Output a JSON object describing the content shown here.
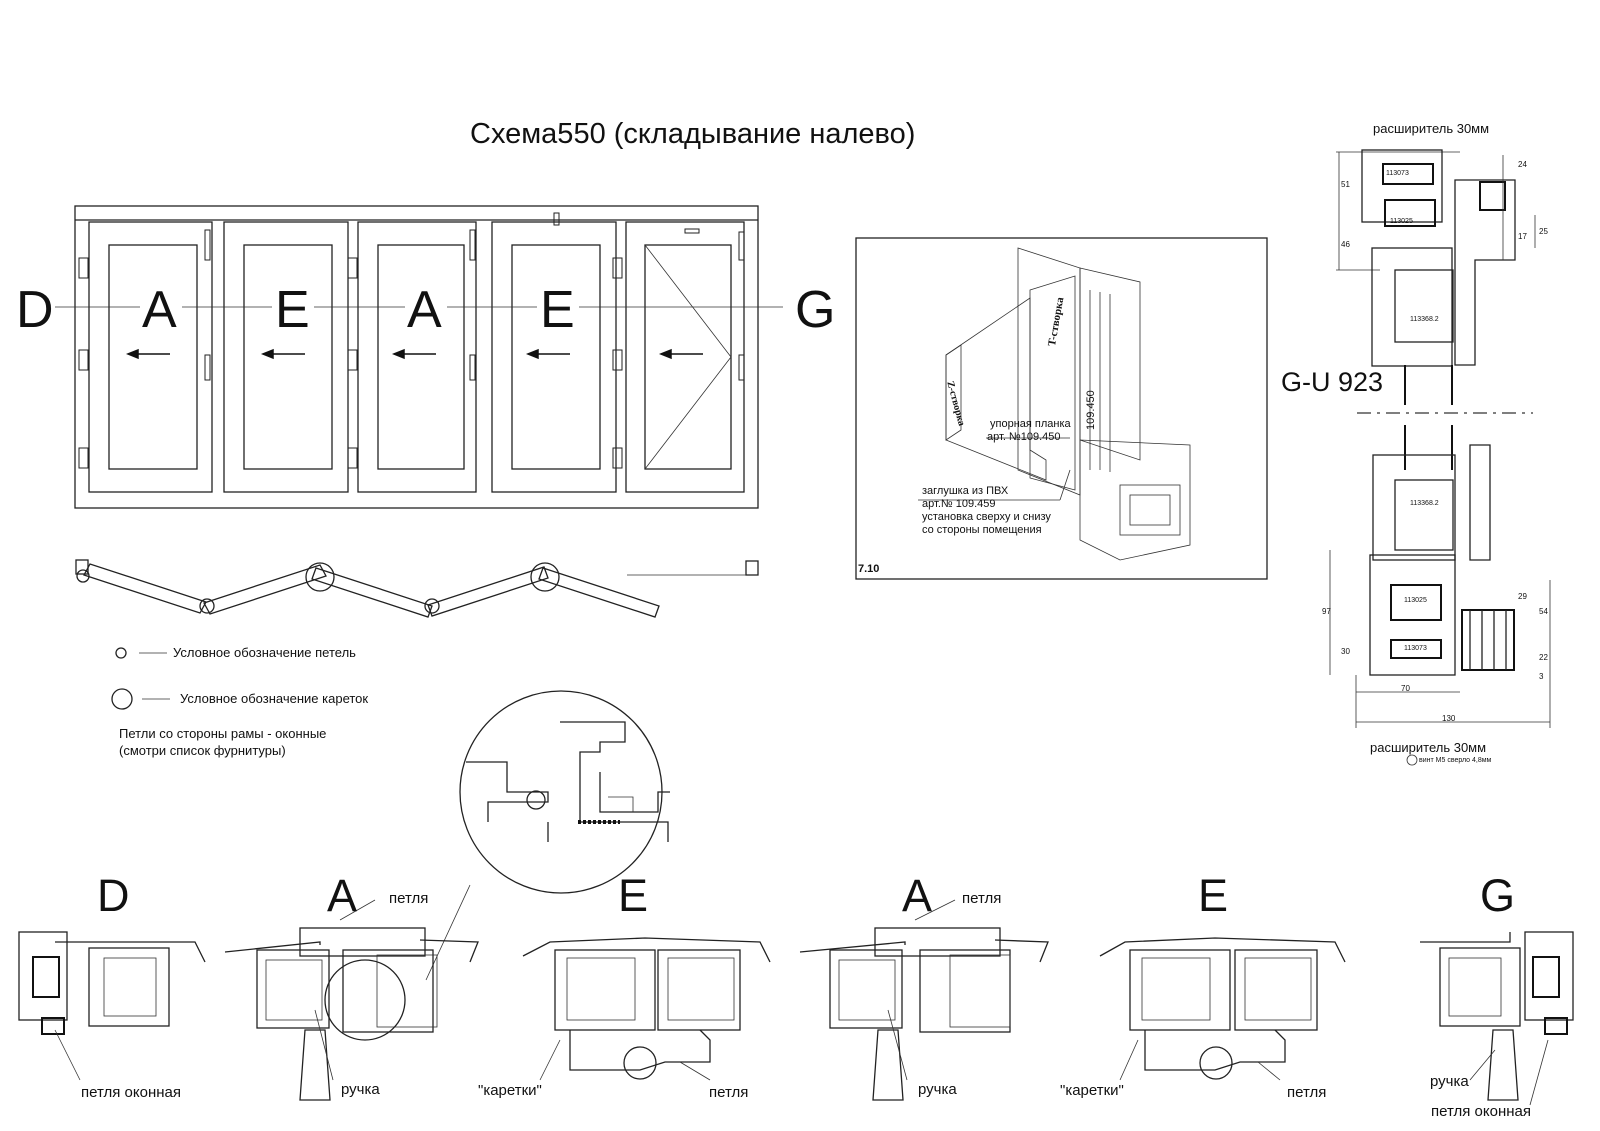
{
  "title": "Схема550 (складывание налево)",
  "plan_letters": {
    "d": "D",
    "a1": "A",
    "e1": "E",
    "a2": "A",
    "e2": "E",
    "g": "G"
  },
  "legend": {
    "hinges": "Условное обозначение петель",
    "carriages": "Условное обозначение кареток",
    "note_line1": "Петли со стороны рамы - оконные",
    "note_line2": "(смотри список фурнитуры)"
  },
  "iso_detail": {
    "t_sash": "T-створка",
    "z_sash": "Z-створка",
    "code_vertical": "109.450",
    "stop_strip_line1": "упорная планка",
    "stop_strip_line2": "арт. №109.450",
    "cap_line1": "заглушка из ПВХ",
    "cap_line2": "арт.№ 109.459",
    "cap_line3": "установка сверху и снизу",
    "cap_line4": "со стороны помещения",
    "fig_number": "7.10"
  },
  "right_section": {
    "expander_top": "расширитель 30мм",
    "expander_bottom": "расширитель 30мм",
    "gu": "G-U 923",
    "screw_note": "винт М5 сверло 4,8мм",
    "dims_top": [
      "51",
      "46",
      "24",
      "17",
      "25"
    ],
    "dims_bottom": [
      "97",
      "30",
      "29",
      "54",
      "22",
      "3",
      "70",
      "130"
    ],
    "profiles": [
      "113073",
      "113025",
      "113368.2",
      "113368.2",
      "113025",
      "113073"
    ]
  },
  "sections": {
    "d": "D",
    "a1": "A",
    "e1": "E",
    "a2": "A",
    "e2": "E",
    "g": "G",
    "hinge_window_1": "петля оконная",
    "hinge_1": "петля",
    "handle_1": "ручка",
    "carriages_1": "\"каретки\"",
    "hinge_2": "петля",
    "hinge_3": "петля",
    "handle_2": "ручка",
    "carriages_2": "\"каретки\"",
    "hinge_4": "петля",
    "handle_3": "ручка",
    "hinge_window_2": "петля оконная"
  }
}
